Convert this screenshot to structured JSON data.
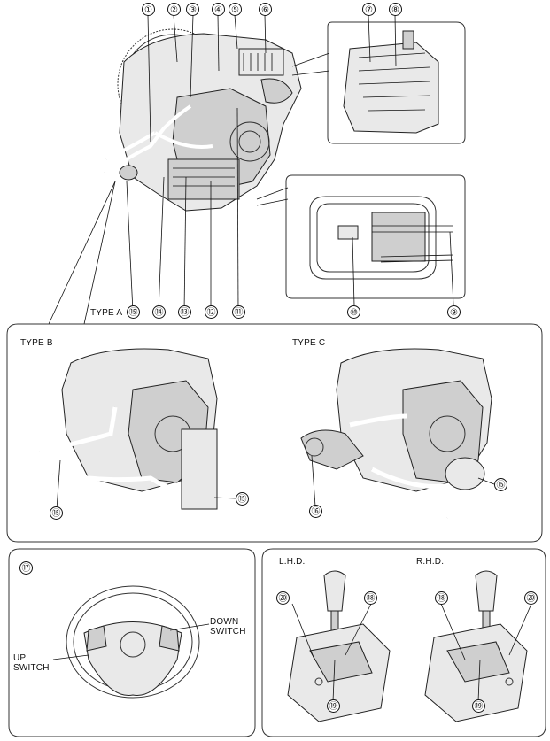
{
  "callouts": {
    "c1": "①",
    "c2": "②",
    "c3": "③",
    "c4": "④",
    "c5": "⑤",
    "c6": "⑥",
    "c7": "⑦",
    "c8": "⑧",
    "c9": "⑨",
    "c10": "⑩",
    "c11": "⑪",
    "c12": "⑫",
    "c13": "⑬",
    "c14": "⑭",
    "c15a": "⑮",
    "c15b": "⑮",
    "c15c": "⑮",
    "c16": "⑯",
    "c17": "⑰",
    "c18a": "⑱",
    "c18b": "⑱",
    "c19a": "⑲",
    "c19b": "⑲",
    "c20a": "⑳",
    "c20b": "⑳"
  },
  "labels": {
    "type_a": "TYPE A",
    "type_b": "TYPE B",
    "type_c": "TYPE C",
    "lhd": "L.H.D.",
    "rhd": "R.H.D.",
    "up_switch": "UP\nSWITCH",
    "down_switch": "DOWN\nSWITCH"
  }
}
